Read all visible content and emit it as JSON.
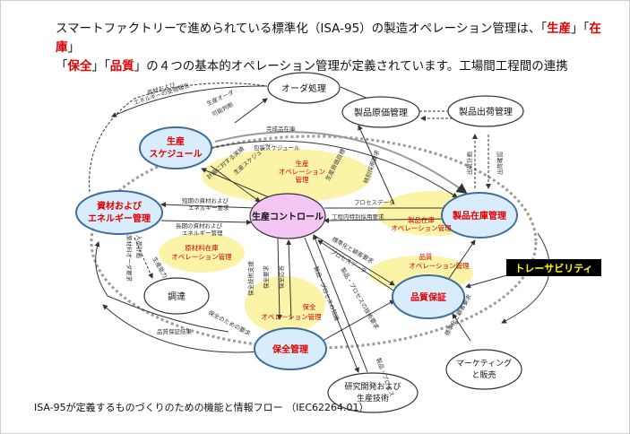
{
  "heading": {
    "line1_pre": "スマートファクトリーで進められている標準化（ISA-95）の製造オペレーション管理は、「",
    "line1_r1": "生産",
    "line1_mid": "」「",
    "line1_r2": "在庫",
    "line1_end": "」",
    "line2_pre": "「",
    "line2_r1": "保全",
    "line2_mid": "」「",
    "line2_r2": "品質",
    "line2_end": "」の４つの基本的オペレーション管理が定義されています。工場間工程間の連携"
  },
  "caption": "ISA-95が定義するものづくりのための機能と情報フロー （IEC62264.01）",
  "nodes": {
    "order": "オーダ処理",
    "cost": "製品原価管理",
    "shipping": "製品出荷管理",
    "schedule": [
      "生産",
      "スケジュール"
    ],
    "materials": [
      "資材および",
      "エネルギー管理"
    ],
    "control": "生産コントロール",
    "inventory": "製品在庫管理",
    "quality": "品質保証",
    "procurement": "調達",
    "maintenance": "保全管理",
    "research": [
      "研究開発および",
      "生産技術"
    ],
    "marketing": [
      "マーケティング",
      "と販売"
    ]
  },
  "ops_labels": {
    "production_ops": [
      "生産",
      "オペレーション",
      "管理"
    ],
    "inventory_ops": [
      "製品在庫",
      "オペレーション管理"
    ],
    "materials_ops": [
      "原材料在庫",
      "オペレーション管理"
    ],
    "quality_ops": [
      "品質",
      "オペレーション管理"
    ],
    "maintenance_ops": [
      "保全",
      "オペレーション管理"
    ]
  },
  "traceability": "トレーサビリティ",
  "flows": {
    "f1": [
      "資材および",
      "エネルギーの受領報告"
    ],
    "f2": "生産オーダ",
    "f3": "可能判断",
    "f4": "完成品在庫",
    "f5": "包装スケジュール",
    "f6": "生産スケジュール",
    "f7": "計画に対する実績",
    "f8": "短期の資材および",
    "f9": "エネルギー要求",
    "f10": "長期の資材および",
    "f11": "エネルギー管理",
    "f12": "プロセスデータ",
    "f13": "工程内特別採用要求",
    "f14": "標準化と顧客要求",
    "f15": "プロセスデータ",
    "f16": "品質保証結果",
    "f17": "保全要求",
    "f18": "保全応答",
    "f19": "保全技術支援",
    "f20": "保全のための要求",
    "f21": "品質保証結果",
    "f22": "製品・プロセスの知識",
    "f23": "製品・プロセスの技術要求",
    "f24": "出荷計画",
    "f25": "出荷確認",
    "f26": "生産原価目標",
    "f27": "特別採用要求",
    "f28": "製品・プロセス",
    "f29": "標準化と顧客要求",
    "f30": "生産能力",
    "f31": "原材料オーダ要求",
    "f32": "入荷計画"
  },
  "colors": {
    "node_fill": "#d9ecfb",
    "node_stroke": "#3f6e9c",
    "control_fill": "#f4c6f4",
    "highlight": "#fbf3a6",
    "red": "#e00000",
    "traceability_bg": "#000000",
    "traceability_fg": "#ffff00"
  }
}
